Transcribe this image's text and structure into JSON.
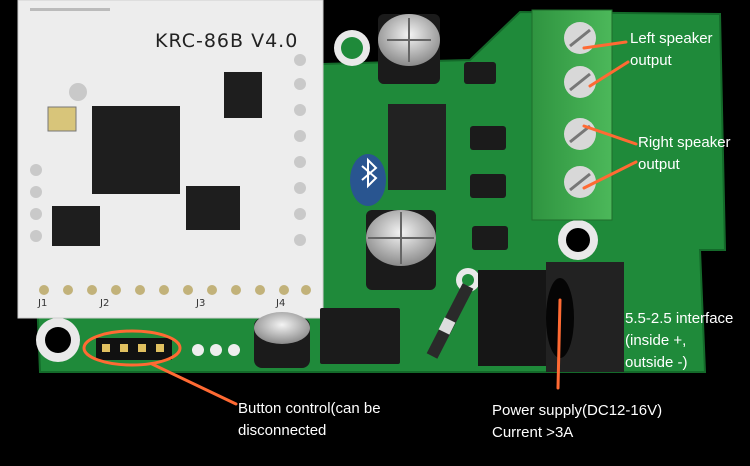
{
  "module": {
    "title": "KRC-86B V4.0",
    "headers": [
      "J1",
      "J2",
      "J3",
      "J4"
    ]
  },
  "annotations": {
    "left_speaker": [
      "Left speaker",
      "output"
    ],
    "right_speaker": [
      "Right speaker",
      "output"
    ],
    "interface": [
      "5.5-2.5 interface",
      "(inside +,",
      "outside -)"
    ],
    "button": [
      "Button control(can be",
      "disconnected"
    ],
    "power": [
      "Power supply(DC12-16V)",
      "Current >3A"
    ]
  },
  "colors": {
    "board": "#1f8a3a",
    "module": "#eeeeee",
    "terminal": "#3aa14a",
    "callout": "#ff6a33",
    "text": "#ffffff"
  }
}
